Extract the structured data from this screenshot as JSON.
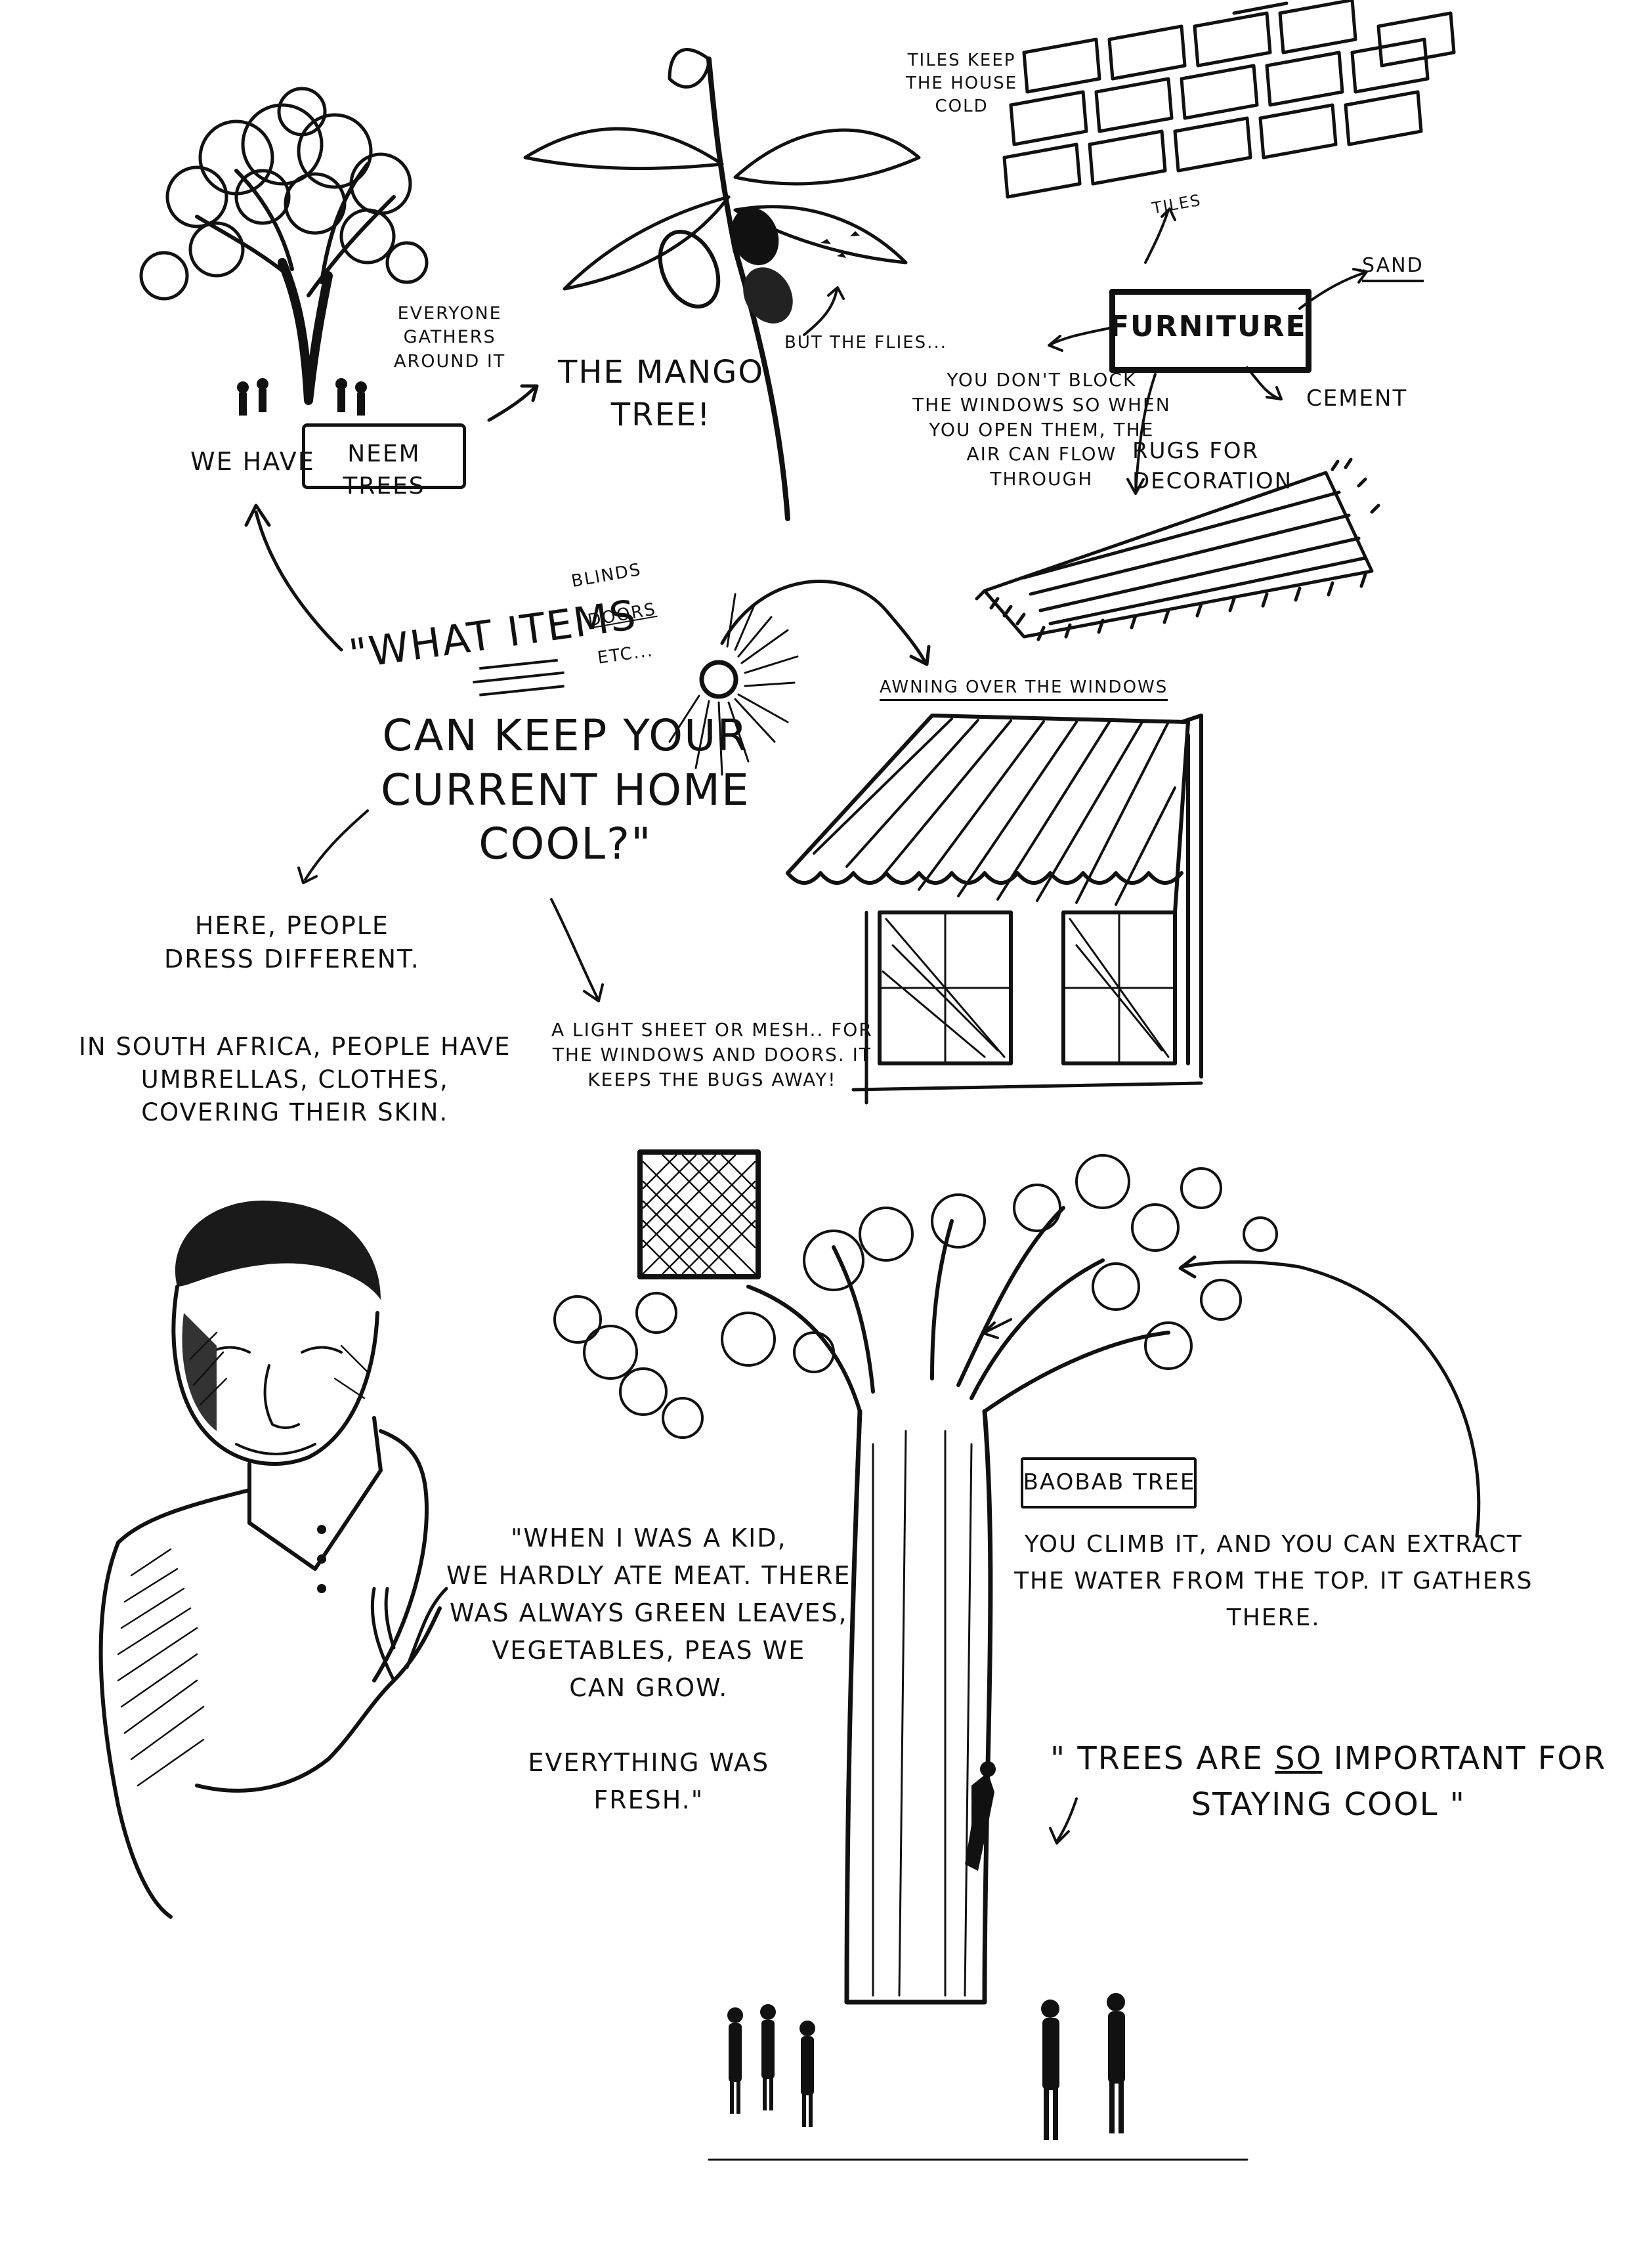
{
  "neem": {
    "everyone_gathers": "EVERYONE\nGATHERS\nAROUND IT",
    "we_have": "WE HAVE",
    "neem_trees": "NEEM TREES"
  },
  "mango": {
    "title": "THE MANGO\nTREE!",
    "flies": "BUT THE FLIES..."
  },
  "house": {
    "tiles_keep": "TILES KEEP\nTHE HOUSE\nCOLD",
    "tiles": "TILES",
    "sand": "SAND",
    "furniture": "FURNITURE",
    "cement": "CEMENT",
    "windows": "YOU DON'T BLOCK\nTHE WINDOWS SO WHEN\nYOU OPEN THEM, THE\nAIR CAN FLOW\nTHROUGH",
    "rugs": "RUGS FOR\nDECORATION"
  },
  "question": {
    "blinds": "BLINDS",
    "doors": "DOORS",
    "etc": "ETC...",
    "line1": "\"WHAT ITEMS",
    "line2": "CAN KEEP YOUR\nCURRENT HOME\nCOOL?\""
  },
  "awning": {
    "label": "AWNING OVER THE WINDOWS"
  },
  "dress": {
    "here": "HERE, PEOPLE\nDRESS DIFFERENT.",
    "south_africa": "IN SOUTH AFRICA, PEOPLE HAVE\nUMBRELLAS, CLOTHES,\nCOVERING THEIR SKIN."
  },
  "mesh": {
    "label": "A LIGHT SHEET OR MESH.. FOR\nTHE WINDOWS AND DOORS. IT\nKEEPS THE BUGS AWAY!"
  },
  "kid_quote": "\"WHEN I WAS A KID,\nWE HARDLY ATE MEAT. THERE\nWAS ALWAYS GREEN LEAVES,\nVEGETABLES, PEAS WE\nCAN GROW.\n\nEVERYTHING WAS\nFRESH.\"",
  "baobab": {
    "label": "BAOBAB TREE",
    "desc": "YOU CLIMB IT, AND YOU CAN EXTRACT\nTHE WATER FROM THE TOP. IT GATHERS\nTHERE.",
    "quote_pre": "\" TREES ARE ",
    "quote_so": "SO",
    "quote_post": " IMPORTANT FOR\nSTAYING COOL \""
  }
}
